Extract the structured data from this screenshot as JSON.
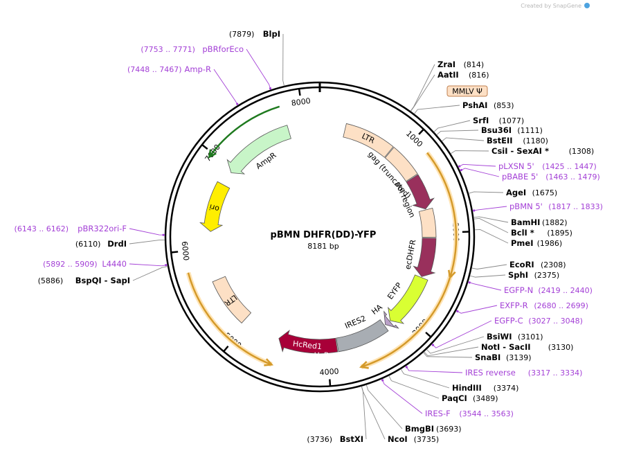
{
  "watermark": "Created by SnapGene",
  "plasmid": {
    "name": "pBMN DHFR(DD)-YFP",
    "size": "8181 bp",
    "length_bp": 8181
  },
  "ticks": [
    {
      "bp": 1000,
      "label": "1000"
    },
    {
      "bp": 2000,
      "label": "2000"
    },
    {
      "bp": 3000,
      "label": "3000"
    },
    {
      "bp": 4000,
      "label": "4000"
    },
    {
      "bp": 5000,
      "label": "5000"
    },
    {
      "bp": 6000,
      "label": "6000"
    },
    {
      "bp": 7000,
      "label": "7000"
    },
    {
      "bp": 8000,
      "label": "8000"
    }
  ],
  "features": [
    {
      "name": "LTR",
      "start": 300,
      "end": 890,
      "dir": 0,
      "color": "#fde0c5",
      "label": "LTR"
    },
    {
      "name": "gag (truncated)",
      "start": 900,
      "end": 1300,
      "dir": 0,
      "color": "#fde0c5",
      "label": "gag (truncated)"
    },
    {
      "name": "pol region",
      "start": 1310,
      "end": 1710,
      "dir": 1,
      "color": "#99305c",
      "label": "pol region"
    },
    {
      "name": "MLV psi region",
      "start": 1720,
      "end": 2050,
      "dir": 0,
      "color": "#fde0c5",
      "label": ""
    },
    {
      "name": "ecDHFR",
      "start": 2060,
      "end": 2530,
      "dir": 1,
      "color": "#99305c",
      "label": "ecDHFR"
    },
    {
      "name": "EYFP",
      "start": 2540,
      "end": 3180,
      "dir": 1,
      "color": "#d9ff33",
      "label": "EYFP"
    },
    {
      "name": "HA",
      "start": 3190,
      "end": 3255,
      "dir": 1,
      "color": "#b9a0c8",
      "label": "HA"
    },
    {
      "name": "IRES2",
      "start": 3270,
      "end": 3880,
      "dir": 0,
      "color": "#a8adb3",
      "label": "IRES2"
    },
    {
      "name": "HcRed1",
      "start": 3890,
      "end": 4590,
      "dir": 1,
      "color": "#a80038",
      "label": "HcRed1"
    },
    {
      "name": "LTR",
      "start": 5050,
      "end": 5620,
      "dir": 0,
      "color": "#fde0c5",
      "label": "LTR"
    },
    {
      "name": "ori",
      "start": 6200,
      "end": 6780,
      "dir": -1,
      "color": "#ffee00",
      "label": "ori"
    },
    {
      "name": "AmpR",
      "start": 6950,
      "end": 7810,
      "dir": -1,
      "color": "#c8f5c8",
      "label": "AmpR"
    }
  ],
  "feature_names": {
    "mlv_psi": "MMLV Ψ",
    "hcred1_second": "HcRed1"
  },
  "arcs": [
    {
      "start": 1180,
      "end": 2440,
      "color": "#d49a2a",
      "dir": 1
    },
    {
      "start": 2440,
      "end": 3690,
      "color": "#d49a2a",
      "dir": 1
    },
    {
      "start": 4560,
      "end": 5790,
      "color": "#d49a2a",
      "dir": -1
    },
    {
      "start": 6950,
      "end": 7790,
      "color": "#1f7a1f",
      "dir": -1
    }
  ],
  "sites": [
    {
      "name": "ZraI",
      "pos": "(814)",
      "kind": "enzyme",
      "bp": 814
    },
    {
      "name": "AatII",
      "pos": "(816)",
      "kind": "enzyme",
      "bp": 816
    },
    {
      "name": "PshAI",
      "pos": "(853)",
      "kind": "enzyme",
      "bp": 853
    },
    {
      "name": "SrfI",
      "pos": "(1077)",
      "kind": "enzyme",
      "bp": 1077
    },
    {
      "name": "Bsu36I",
      "pos": "(1111)",
      "kind": "enzyme",
      "bp": 1111
    },
    {
      "name": "BstEII",
      "pos": "(1180)",
      "kind": "enzyme",
      "bp": 1180
    },
    {
      "name": "CsiI - SexAI *",
      "pos": "(1308)",
      "kind": "enzyme",
      "bp": 1308
    },
    {
      "name": "pLXSN 5'",
      "pos": "(1425 .. 1447)",
      "kind": "primer",
      "bp": 1436
    },
    {
      "name": "pBABE 5'",
      "pos": "(1463 .. 1479)",
      "kind": "primer",
      "bp": 1471
    },
    {
      "name": "AgeI",
      "pos": "(1675)",
      "kind": "enzyme",
      "bp": 1675
    },
    {
      "name": "pBMN 5'",
      "pos": "(1817 .. 1833)",
      "kind": "primer",
      "bp": 1825
    },
    {
      "name": "BamHI",
      "pos": "(1882)",
      "kind": "enzyme",
      "bp": 1882
    },
    {
      "name": "BclI *",
      "pos": "(1895)",
      "kind": "enzyme",
      "bp": 1895
    },
    {
      "name": "PmeI",
      "pos": "(1986)",
      "kind": "enzyme",
      "bp": 1986
    },
    {
      "name": "EcoRI",
      "pos": "(2308)",
      "kind": "enzyme",
      "bp": 2308
    },
    {
      "name": "SphI",
      "pos": "(2375)",
      "kind": "enzyme",
      "bp": 2375
    },
    {
      "name": "EGFP-N",
      "pos": "(2419 .. 2440)",
      "kind": "primer",
      "bp": 2430
    },
    {
      "name": "EXFP-R",
      "pos": "(2680 .. 2699)",
      "kind": "primer",
      "bp": 2690
    },
    {
      "name": "EGFP-C",
      "pos": "(3027 .. 3048)",
      "kind": "primer",
      "bp": 3038
    },
    {
      "name": "BsiWI",
      "pos": "(3101)",
      "kind": "enzyme",
      "bp": 3101
    },
    {
      "name": "NotI - SacII",
      "pos": "(3130)",
      "kind": "enzyme",
      "bp": 3130
    },
    {
      "name": "SnaBI",
      "pos": "(3139)",
      "kind": "enzyme",
      "bp": 3139
    },
    {
      "name": "IRES reverse",
      "pos": "(3317 .. 3334)",
      "kind": "primer",
      "bp": 3325
    },
    {
      "name": "HindIII",
      "pos": "(3374)",
      "kind": "enzyme",
      "bp": 3374
    },
    {
      "name": "PaqCI",
      "pos": "(3489)",
      "kind": "enzyme",
      "bp": 3489
    },
    {
      "name": "IRES-F",
      "pos": "(3544 .. 3563)",
      "kind": "primer",
      "bp": 3553
    },
    {
      "name": "BmgBI",
      "pos": "(3693)",
      "kind": "enzyme",
      "bp": 3693
    },
    {
      "name": "NcoI",
      "pos": "(3735)",
      "kind": "enzyme",
      "bp": 3735
    },
    {
      "name": "BstXI",
      "pos": "(3736)",
      "kind": "enzyme",
      "bp": 3736
    },
    {
      "name": "BspQI - SapI",
      "pos": "(5886)",
      "kind": "enzyme",
      "bp": 5886
    },
    {
      "name": "L4440",
      "pos": "(5892 .. 5909)",
      "kind": "primer",
      "bp": 5900
    },
    {
      "name": "DrdI",
      "pos": "(6110)",
      "kind": "enzyme",
      "bp": 6110
    },
    {
      "name": "pBR322ori-F",
      "pos": "(6143 .. 6162)",
      "kind": "primer",
      "bp": 6152
    },
    {
      "name": "Amp-R",
      "pos": "(7448 .. 7467)",
      "kind": "primer",
      "bp": 7457
    },
    {
      "name": "pBRforEco",
      "pos": "(7753 .. 7771)",
      "kind": "primer",
      "bp": 7762
    },
    {
      "name": "BlpI",
      "pos": "(7879)",
      "kind": "enzyme",
      "bp": 7879
    }
  ],
  "colors": {
    "enzyme": "#000000",
    "primer": "#a33fd6",
    "backbone": "#000000",
    "leader": "#888888"
  }
}
